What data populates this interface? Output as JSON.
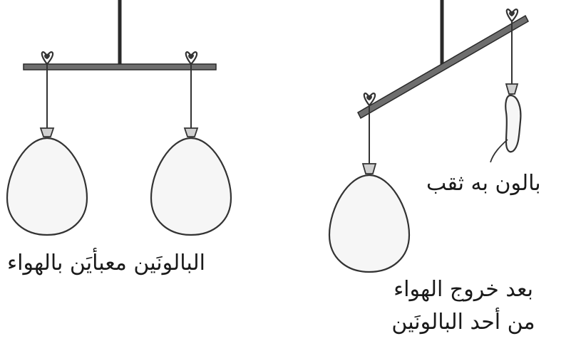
{
  "labels": {
    "left_caption": "البالونَين معبأيَن بالهواء",
    "hole_caption": "بالون به ثقب",
    "right_caption_line1": "بعد خروج الهواء",
    "right_caption_line2": "من أحد البالونَين"
  },
  "colors": {
    "stroke": "#333333",
    "rod": "#6e6e6e",
    "balloon_fill": "#f6f6f6",
    "cap_fill": "#d0d0d0"
  }
}
